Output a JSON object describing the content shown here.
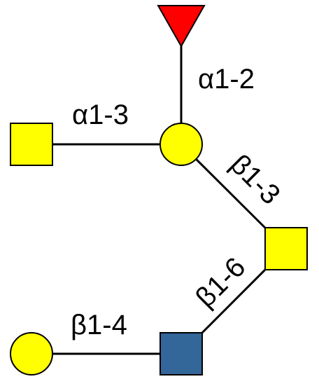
{
  "colors": {
    "fucose_red": "#ff0000",
    "galactose_yellow": "#ffff00",
    "glcnac_blue": "#336699",
    "bond_black": "#000000"
  },
  "residues": [
    {
      "id": "fuc",
      "shape": "triangle",
      "color": "#ff0000"
    },
    {
      "id": "gal-top",
      "shape": "circle",
      "color": "#ffff00"
    },
    {
      "id": "galnac-left",
      "shape": "square",
      "color": "#ffff00"
    },
    {
      "id": "galnac-right",
      "shape": "square",
      "color": "#ffff00"
    },
    {
      "id": "glcnac",
      "shape": "square",
      "color": "#336699"
    },
    {
      "id": "gal-bottom",
      "shape": "circle",
      "color": "#ffff00"
    }
  ],
  "linkages": {
    "fuc_to_gal": "α1-2",
    "galnac_to_gal": "α1-3",
    "gal_to_galnac": "β1-3",
    "galnac_to_glcnac": "β1-6",
    "gal_to_glcnac": "β1-4"
  }
}
